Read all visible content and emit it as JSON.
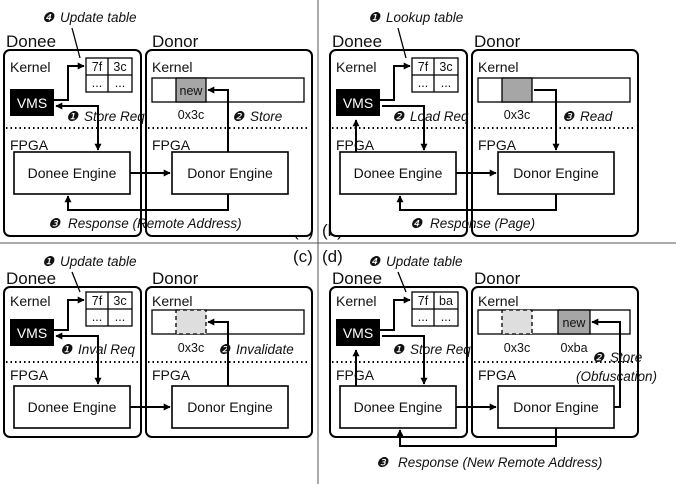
{
  "labels": {
    "donee": "Donee",
    "donor": "Donor",
    "kernel": "Kernel",
    "fpga": "FPGA",
    "vms": "VMS",
    "donee_engine": "Donee Engine",
    "donor_engine": "Donor Engine"
  },
  "panels": {
    "a": {
      "tag": "(a)",
      "step_table": {
        "num": "❹",
        "text": "Update table"
      },
      "step_req": {
        "num": "❶",
        "text": "Store Req"
      },
      "step_donor": {
        "num": "❷",
        "text": "Store"
      },
      "step_resp": {
        "num": "❸",
        "text": "Response (Remote Address)"
      },
      "table": {
        "c1": "7f",
        "c2": "3c",
        "r1": "...",
        "r2": "..."
      },
      "page_text": "new",
      "addr": "0x3c"
    },
    "b": {
      "tag": "(b)",
      "step_table": {
        "num": "❶",
        "text": "Lookup table"
      },
      "step_req": {
        "num": "❷",
        "text": "Load Req"
      },
      "step_donor": {
        "num": "❸",
        "text": "Read"
      },
      "step_resp": {
        "num": "❹",
        "text": "Response (Page)"
      },
      "table": {
        "c1": "7f",
        "c2": "3c",
        "r1": "...",
        "r2": "..."
      },
      "addr": "0x3c"
    },
    "c": {
      "tag": "(c)",
      "step_table": {
        "num": "❶",
        "text": "Update table"
      },
      "step_req": {
        "num": "❶",
        "text": "Inval Req"
      },
      "step_donor": {
        "num": "❷",
        "text": "Invalidate"
      },
      "table": {
        "c1": "7f",
        "c2": "3c",
        "r1": "...",
        "r2": "..."
      },
      "addr": "0x3c"
    },
    "d": {
      "tag": "(d)",
      "step_table": {
        "num": "❹",
        "text": "Update table"
      },
      "step_req": {
        "num": "❶",
        "text": "Store Req"
      },
      "step_donor": {
        "num": "❷",
        "text": "Store",
        "text2": "(Obfuscation)"
      },
      "step_resp": {
        "num": "❸",
        "text": "Response (New Remote Address)"
      },
      "table": {
        "c1": "7f",
        "c2": "ba",
        "r1": "...",
        "r2": "..."
      },
      "page_text": "new",
      "addr": "0x3c",
      "addr2": "0xba"
    }
  },
  "colors": {
    "page_written": "#a6a6a6",
    "page_invalid": "#dedede",
    "vms_fill": "#000000"
  }
}
